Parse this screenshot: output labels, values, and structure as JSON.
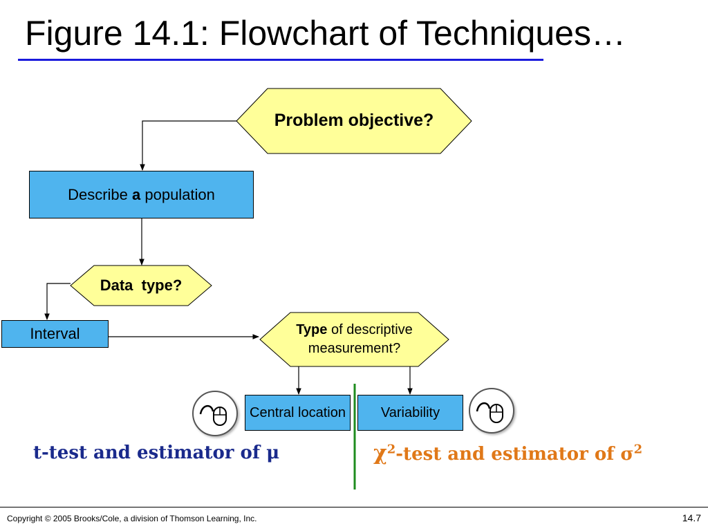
{
  "slide": {
    "title": "Figure 14.1: Flowchart of Techniques…",
    "copyright": "Copyright © 2005 Brooks/Cole, a division of Thomson Learning, Inc.",
    "number": "14.7"
  },
  "nodes": {
    "problem_objective": "Problem objective?",
    "describe_pre": "Describe ",
    "describe_bold": "a",
    "describe_post": " population",
    "data_type": "Data  type?",
    "interval": "Interval",
    "measure_bold": "Type",
    "measure_line1": " of descriptive",
    "measure_line2": "measurement?",
    "central_location": "Central location",
    "variability": "Variability"
  },
  "results": {
    "left": "t-test and estimator of μ",
    "right_chi": "χ",
    "right_sup": "2",
    "right_text": "-test and estimator of σ",
    "right_sup2": "2"
  },
  "colors": {
    "box_fill": "#4fb4ee",
    "decision_fill": "#ffff99",
    "title_rule": "#1a1adc",
    "divider": "#1e8c1e",
    "result_left": "#1a2a8c",
    "result_right": "#e07818"
  },
  "icons": [
    "mouse-hyperlink-icon",
    "mouse-hyperlink-icon"
  ]
}
